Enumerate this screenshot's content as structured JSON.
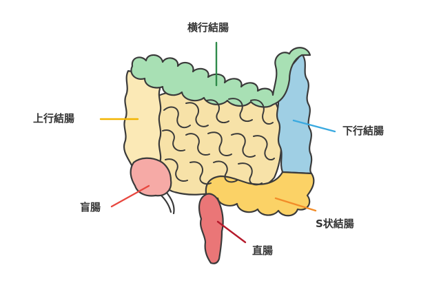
{
  "diagram": {
    "labels": {
      "transverse_colon": "横行結腸",
      "ascending_colon": "上行結腸",
      "descending_colon": "下行結腸",
      "cecum": "盲腸",
      "sigmoid_colon": "S状結腸",
      "rectum": "直腸"
    },
    "colors": {
      "outline": "#3a3a3a",
      "small_intestine": "#f7e2a8",
      "transverse_colon": "#a8e0b4",
      "ascending_colon": "#fbe9b6",
      "descending_colon": "#9fcfe4",
      "cecum": "#f6aaa6",
      "sigmoid_colon": "#fbd266",
      "rectum": "#ea7677",
      "leader_transverse": "#2e8a4a",
      "leader_ascending": "#f2b400",
      "leader_descending": "#39a9e0",
      "leader_cecum": "#e8473f",
      "leader_sigmoid": "#f28c28",
      "leader_rectum": "#b5192b"
    }
  }
}
